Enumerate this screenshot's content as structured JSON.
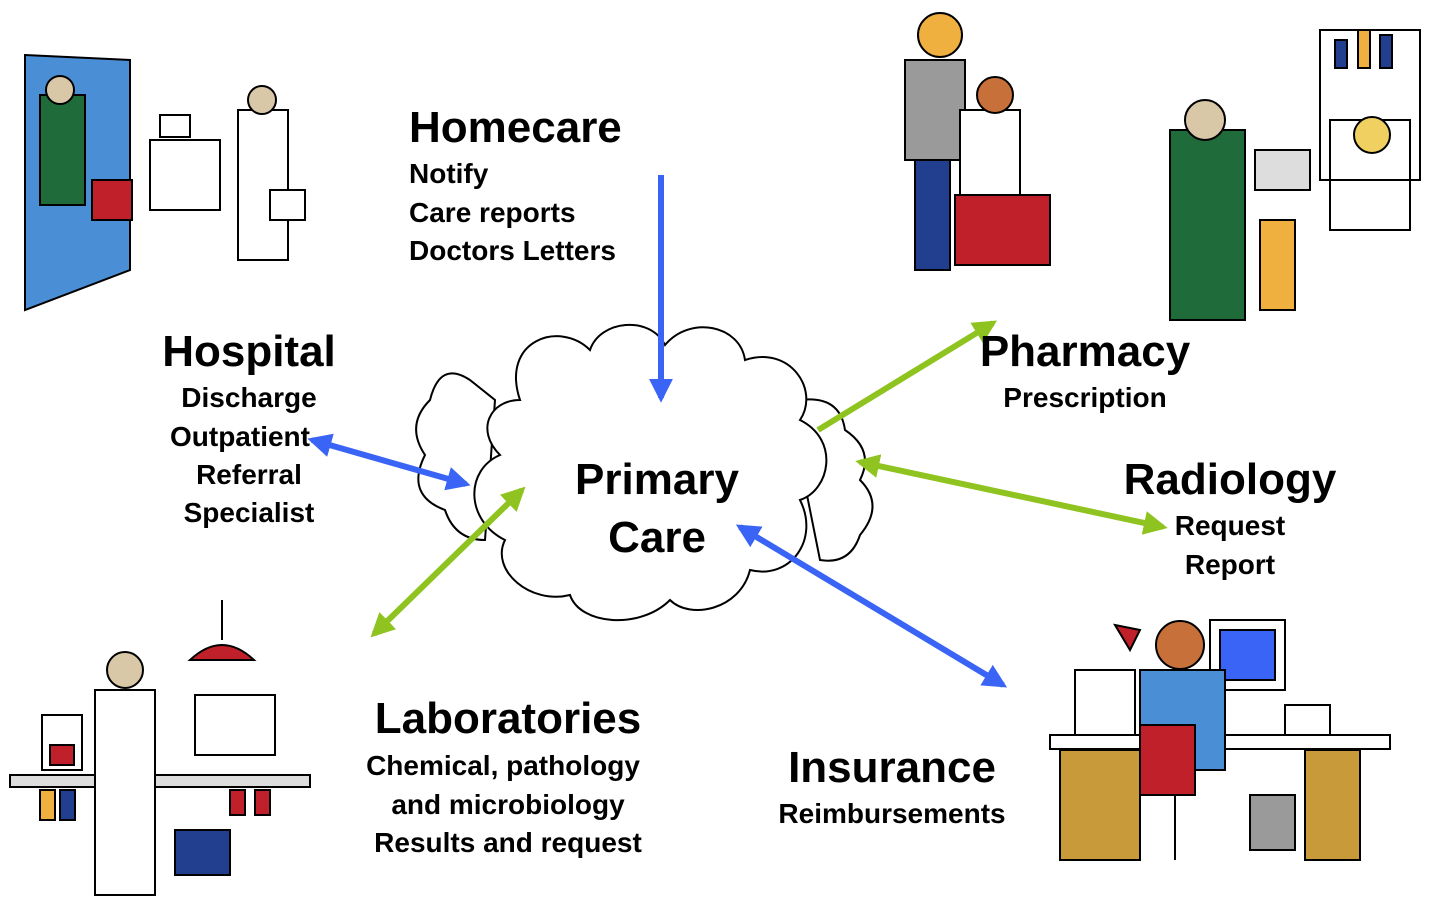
{
  "center": {
    "line1": "Primary",
    "line2": "Care"
  },
  "homecare": {
    "title": "Homecare",
    "items": [
      "Notify",
      "Care reports",
      "Doctors Letters"
    ]
  },
  "hospital": {
    "title": "Hospital",
    "items": [
      "Discharge",
      "Outpatient",
      "Referral",
      "Specialist"
    ]
  },
  "pharmacy": {
    "title": "Pharmacy",
    "items": [
      "Prescription"
    ]
  },
  "radiology": {
    "title": "Radiology",
    "items": [
      "Request",
      "Report"
    ]
  },
  "laboratories": {
    "title": "Laboratories",
    "items": [
      "Chemical, pathology",
      "and microbiology",
      "Results and request"
    ]
  },
  "insurance": {
    "title": "Insurance",
    "items": [
      "Reimbursements"
    ]
  },
  "colors": {
    "blue_arrow": "#3a64f5",
    "green_arrow": "#8fc31f",
    "cloud_stroke": "#000000"
  },
  "illustrations": [
    "hospital-scene-icon",
    "homecare-scene-icon",
    "pharmacy-scene-icon",
    "laboratory-scene-icon",
    "office-scene-icon"
  ]
}
